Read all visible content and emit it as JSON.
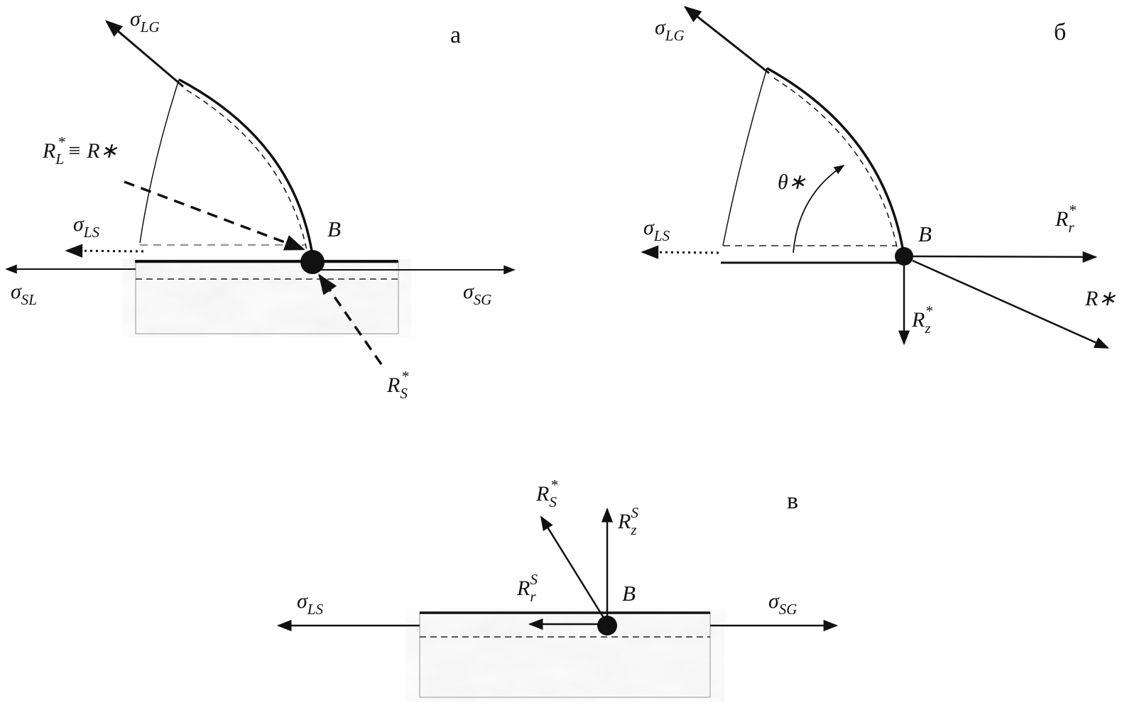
{
  "figure": {
    "panel_a": {
      "tag": "а",
      "point_label": "B",
      "sigma_lg": {
        "base": "σ",
        "sub": "LG"
      },
      "sigma_ls": {
        "base": "σ",
        "sub": "LS"
      },
      "sigma_sl": {
        "base": "σ",
        "sub": "SL"
      },
      "sigma_sg": {
        "base": "σ",
        "sub": "SG"
      },
      "r_l_star": {
        "base": "R",
        "sub": "L",
        "sup": "*",
        "rest": "≡ R∗"
      },
      "r_s_star": {
        "base": "R",
        "sub": "S",
        "sup": "*"
      }
    },
    "panel_b": {
      "tag": "б",
      "point_label": "B",
      "sigma_lg": {
        "base": "σ",
        "sub": "LG"
      },
      "sigma_ls": {
        "base": "σ",
        "sub": "LS"
      },
      "theta_star": {
        "base": "θ",
        "rest": "∗"
      },
      "r_r_star": {
        "base": "R",
        "sub": "r",
        "sup": "*"
      },
      "r_star": {
        "base": "R",
        "rest": "∗"
      },
      "r_z_star": {
        "base": "R",
        "sub": "z",
        "sup": "*"
      }
    },
    "panel_v": {
      "tag": "в",
      "point_label": "B",
      "r_s_star": {
        "base": "R",
        "sub": "S",
        "sup": "*"
      },
      "r_z_s": {
        "base": "R",
        "sub": "z",
        "sup": "S"
      },
      "r_r_s": {
        "base": "R",
        "sub": "r",
        "sup": "S"
      },
      "sigma_ls": {
        "base": "σ",
        "sub": "LS"
      },
      "sigma_sg": {
        "base": "σ",
        "sub": "SG"
      }
    }
  }
}
